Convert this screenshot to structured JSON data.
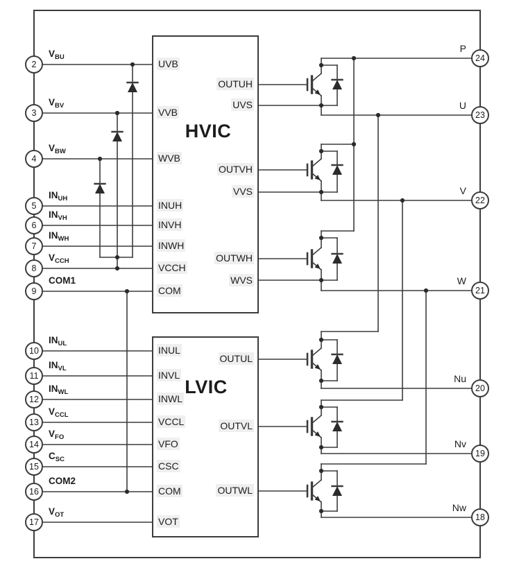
{
  "diagram_title": "",
  "colors": {
    "line": "#3c3c3c",
    "text": "#1c1c1c",
    "label_bg": "#efefef",
    "canvas": "#ffffff"
  },
  "left_pins": [
    {
      "num": "2",
      "main": "V",
      "sub": "BU"
    },
    {
      "num": "3",
      "main": "V",
      "sub": "BV"
    },
    {
      "num": "4",
      "main": "V",
      "sub": "BW"
    },
    {
      "num": "5",
      "main": "IN",
      "sub": "UH"
    },
    {
      "num": "6",
      "main": "IN",
      "sub": "VH"
    },
    {
      "num": "7",
      "main": "IN",
      "sub": "WH"
    },
    {
      "num": "8",
      "main": "V",
      "sub": "CCH"
    },
    {
      "num": "9",
      "main": "COM1",
      "sub": ""
    },
    {
      "num": "10",
      "main": "IN",
      "sub": "UL"
    },
    {
      "num": "11",
      "main": "IN",
      "sub": "VL"
    },
    {
      "num": "12",
      "main": "IN",
      "sub": "WL"
    },
    {
      "num": "13",
      "main": "V",
      "sub": "CCL"
    },
    {
      "num": "14",
      "main": "V",
      "sub": "FO"
    },
    {
      "num": "15",
      "main": "C",
      "sub": "SC"
    },
    {
      "num": "16",
      "main": "COM2",
      "sub": ""
    },
    {
      "num": "17",
      "main": "V",
      "sub": "OT"
    }
  ],
  "right_pins": [
    {
      "num": "24",
      "label": "P"
    },
    {
      "num": "23",
      "label": "U"
    },
    {
      "num": "22",
      "label": "V"
    },
    {
      "num": "21",
      "label": "W"
    },
    {
      "num": "20",
      "label": "Nu"
    },
    {
      "num": "19",
      "label": "Nv"
    },
    {
      "num": "18",
      "label": "Nw"
    }
  ],
  "hvic": {
    "title": "HVIC",
    "left_pins": [
      "UVB",
      "VVB",
      "WVB",
      "INUH",
      "INVH",
      "INWH",
      "VCCH",
      "COM"
    ],
    "right_pins": [
      "OUTUH",
      "UVS",
      "OUTVH",
      "VVS",
      "OUTWH",
      "WVS"
    ]
  },
  "lvic": {
    "title": "LVIC",
    "left_pins": [
      "INUL",
      "INVL",
      "INWL",
      "VCCL",
      "VFO",
      "CSC",
      "COM",
      "VOT"
    ],
    "right_pins": [
      "OUTUL",
      "OUTVL",
      "OUTWL"
    ]
  }
}
